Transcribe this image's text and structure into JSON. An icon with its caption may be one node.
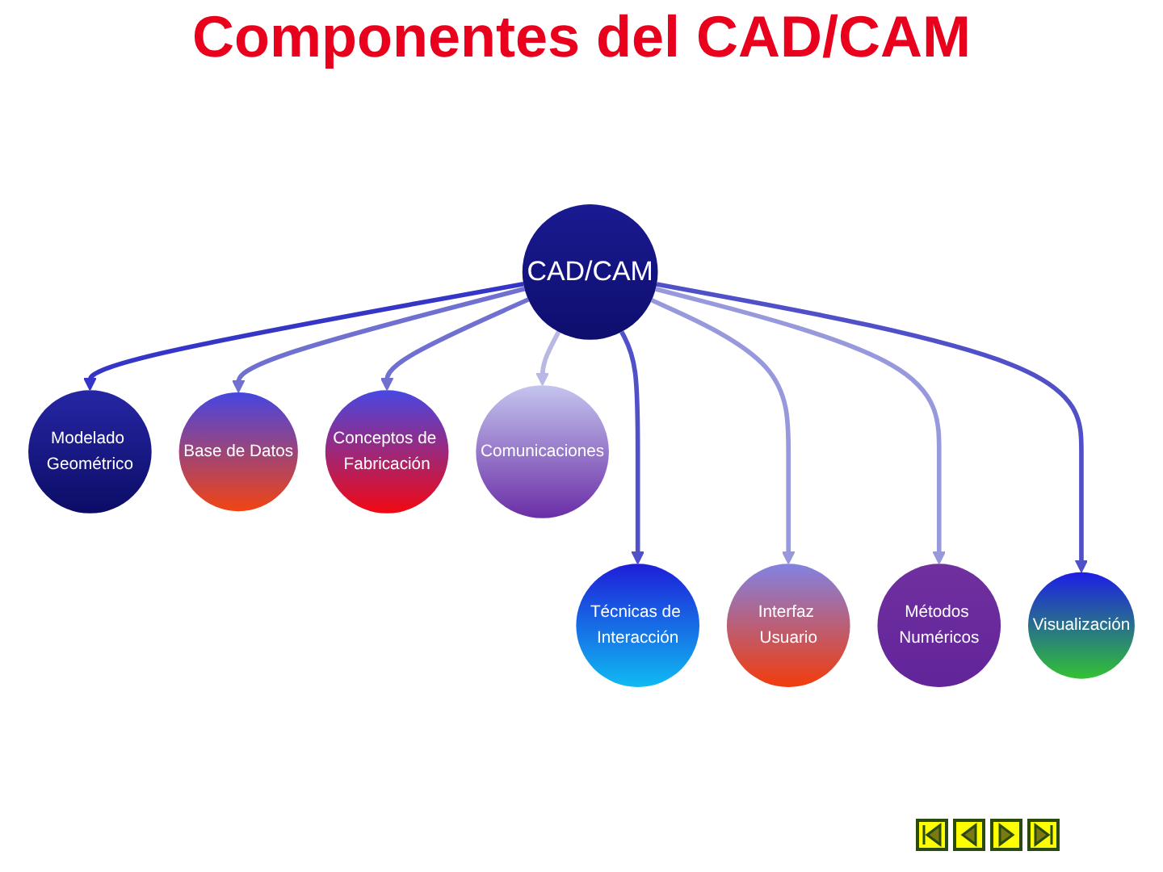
{
  "diagram": {
    "title": "Componentes del CAD/CAM",
    "nodes": [
      {
        "text": [
          "Modelado Geométrico"
        ]
      },
      {
        "text": [
          "Visualización"
        ]
      },
      {
        "text": [
          "Técnicas de Interacción"
        ]
      },
      {
        "text": [
          "Base de Datos"
        ]
      },
      {
        "text": [
          "CAD/CAM"
        ]
      },
      {
        "text": [
          "Conceptos de Fabricación"
        ]
      },
      {
        "text": [
          "Métodos Numéricos"
        ]
      },
      {
        "text": [
          "Interfaz Usuario"
        ]
      },
      {
        "text": [
          "Comunicaciones"
        ]
      }
    ],
    "edges": [
      {
        "from": 4,
        "to": 0,
        "arrow": "to",
        "color": "#3535c8"
      },
      {
        "from": 4,
        "to": 2,
        "arrow": "to",
        "color": "#5050c8"
      },
      {
        "from": 4,
        "to": 5,
        "arrow": "to",
        "color": "#7070d0"
      },
      {
        "from": 4,
        "to": 7,
        "arrow": "to",
        "color": "#9898dc"
      },
      {
        "from": 4,
        "to": 8,
        "arrow": "to",
        "color": "#b8b8e4"
      },
      {
        "from": 4,
        "to": 6,
        "arrow": "to",
        "color": "#9898dc"
      },
      {
        "from": 4,
        "to": 3,
        "arrow": "to",
        "color": "#7070d0"
      },
      {
        "from": 4,
        "to": 1,
        "arrow": "to",
        "color": "#5050c8"
      }
    ]
  }
}
